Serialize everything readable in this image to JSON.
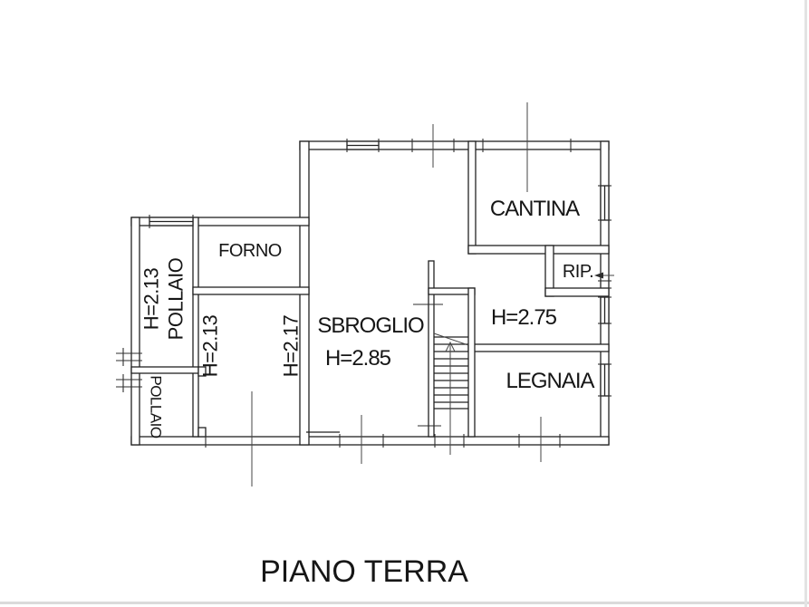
{
  "title": {
    "text": "PIANO TERRA"
  },
  "colors": {
    "background": "#ffffff",
    "wall_line": "#222222",
    "reference_line": "#464646",
    "label_text": "#161616"
  },
  "rooms": {
    "cantina": {
      "label": "CANTINA"
    },
    "rip": {
      "label": "RIP."
    },
    "corridor": {
      "height_label": "H=2.75"
    },
    "legnaia": {
      "label": "LEGNAIA"
    },
    "sbroglio": {
      "label": "SBROGLIO",
      "height_label": "H=2.85"
    },
    "forno": {
      "label": "FORNO"
    },
    "pollaio_upper": {
      "label": "POLLAIO",
      "height_label": "H=2.13"
    },
    "pollaio_lower": {
      "label": "POLLAIO"
    },
    "loggia": {
      "height_label_left": "H=2.13",
      "height_label_right": "H=2.17"
    }
  }
}
